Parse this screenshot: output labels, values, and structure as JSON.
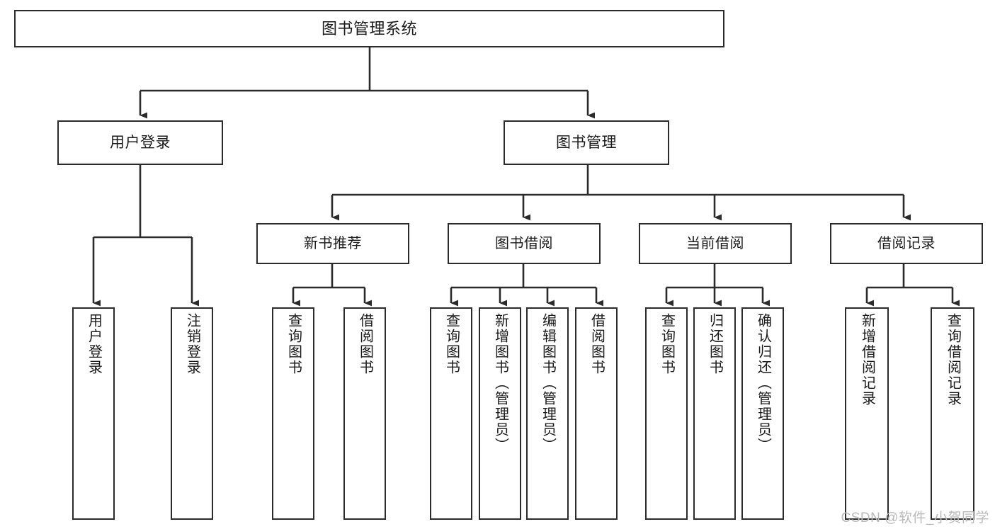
{
  "diagram": {
    "title": "图书管理系统",
    "type": "tree-hierarchy-diagram",
    "colors": {
      "stroke": "#2b2b2b",
      "fill": "#ffffff",
      "text": "#1a1a1a",
      "watermark": "#b9b9b9"
    },
    "root": {
      "label": "图书管理系统"
    },
    "level1": [
      {
        "label": "用户登录"
      },
      {
        "label": "图书管理"
      }
    ],
    "level2": [
      {
        "label": "新书推荐"
      },
      {
        "label": "图书借阅"
      },
      {
        "label": "当前借阅"
      },
      {
        "label": "借阅记录"
      }
    ],
    "leaves": {
      "user_login": [
        {
          "label": "用户登录"
        },
        {
          "label": "注销登录"
        }
      ],
      "new_book_recommend": [
        {
          "label": "查询图书"
        },
        {
          "label": "借阅图书"
        }
      ],
      "book_borrow": [
        {
          "label": "查询图书"
        },
        {
          "label": "新增图书（管理员）"
        },
        {
          "label": "编辑图书（管理员）"
        },
        {
          "label": "借阅图书"
        }
      ],
      "current_borrow": [
        {
          "label": "查询图书"
        },
        {
          "label": "归还图书"
        },
        {
          "label": "确认归还（管理员）"
        }
      ],
      "borrow_record": [
        {
          "label": "新增借阅记录"
        },
        {
          "label": "查询借阅记录"
        }
      ]
    }
  },
  "watermark": {
    "text": "CSDN @软件_小贺同学"
  }
}
